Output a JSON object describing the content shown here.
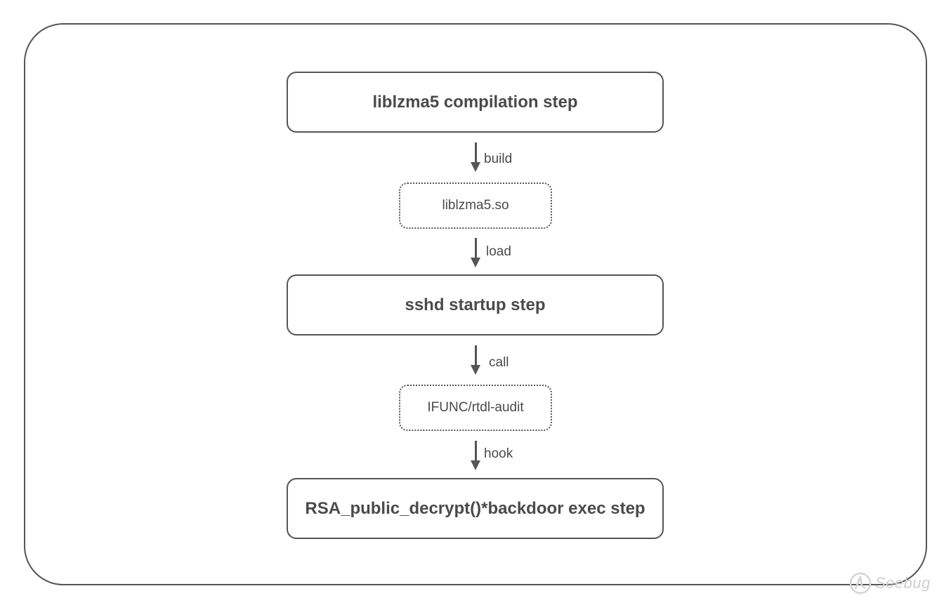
{
  "diagram": {
    "nodes": [
      {
        "id": "compile",
        "kind": "step",
        "label": "liblzma5 compilation step"
      },
      {
        "id": "so",
        "kind": "artifact",
        "label": "liblzma5.so"
      },
      {
        "id": "sshd",
        "kind": "step",
        "label": "sshd startup step"
      },
      {
        "id": "ifunc",
        "kind": "artifact",
        "label": "IFUNC/rtdl-audit"
      },
      {
        "id": "exec",
        "kind": "step",
        "label": "RSA_public_decrypt()*backdoor exec step"
      }
    ],
    "edges": [
      {
        "from": "compile",
        "to": "so",
        "label": "build"
      },
      {
        "from": "so",
        "to": "sshd",
        "label": "load"
      },
      {
        "from": "sshd",
        "to": "ifunc",
        "label": "call"
      },
      {
        "from": "ifunc",
        "to": "exec",
        "label": "hook"
      }
    ]
  },
  "watermark": {
    "text": "Seebug",
    "icon": "seebug-logo-icon"
  },
  "colors": {
    "stroke": "#555555",
    "text": "#4a4a4a",
    "watermark": "#cfcfcf"
  }
}
